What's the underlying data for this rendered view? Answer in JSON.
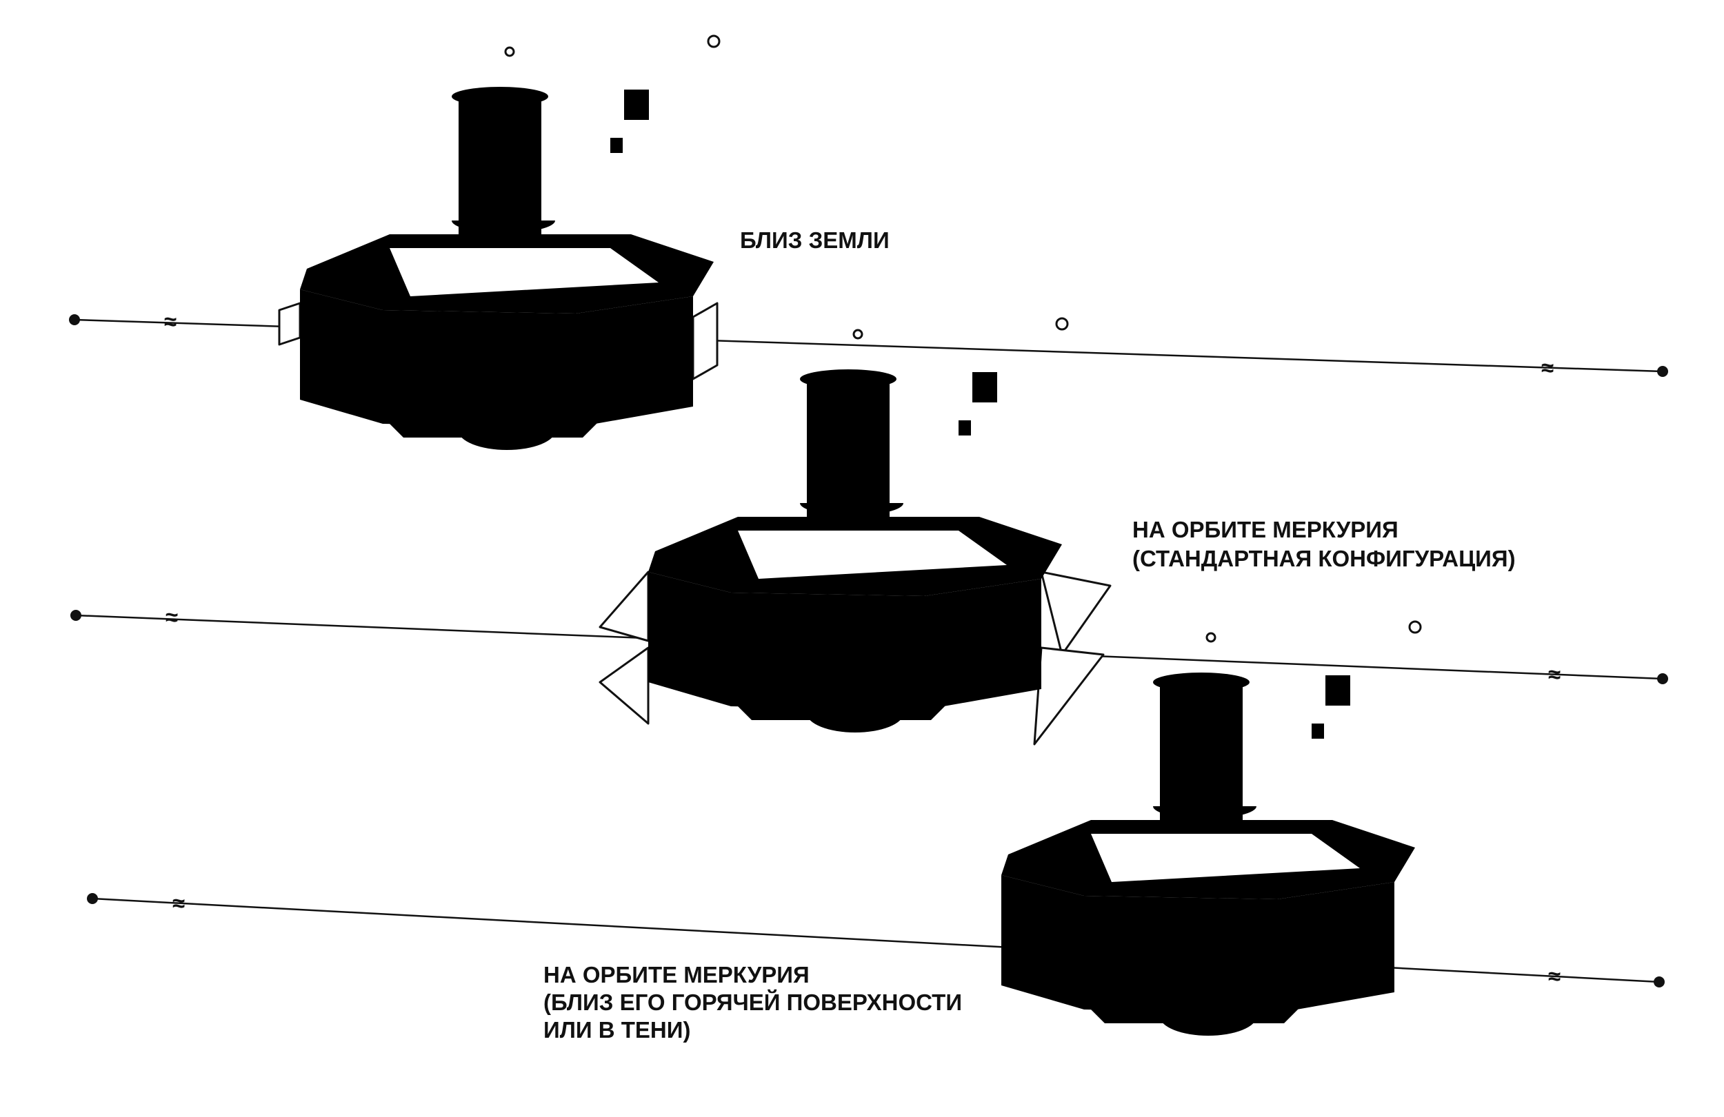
{
  "labels": {
    "near_earth": "БЛИЗ ЗЕМЛИ",
    "mercury_orbit_standard": [
      "НА ОРБИТЕ МЕРКУРИЯ",
      "(СТАНДАРТНАЯ КОНФИГУРАЦИЯ)"
    ],
    "mercury_orbit_hot": [
      "НА ОРБИТЕ МЕРКУРИЯ",
      "(БЛИЗ ЕГО ГОРЯЧЕЙ ПОВЕРХНОСТИ",
      "ИЛИ В ТЕНИ)"
    ]
  },
  "colors": {
    "ink": "#111111",
    "background": "#ffffff"
  }
}
